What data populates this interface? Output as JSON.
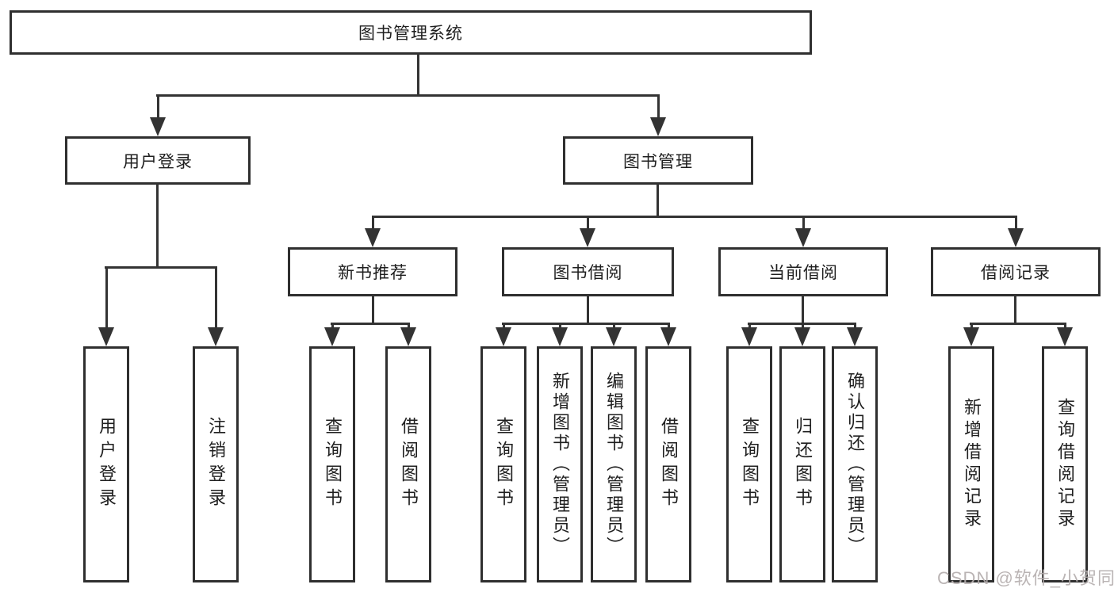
{
  "root": {
    "label": "图书管理系统"
  },
  "branches": [
    {
      "id": "user-login",
      "label": "用户登录"
    },
    {
      "id": "book-management",
      "label": "图书管理"
    }
  ],
  "groups": [
    {
      "id": "new-book-recommend",
      "label": "新书推荐",
      "parent": "图书管理"
    },
    {
      "id": "book-borrowing",
      "label": "图书借阅",
      "parent": "图书管理"
    },
    {
      "id": "current-borrowing",
      "label": "当前借阅",
      "parent": "图书管理"
    },
    {
      "id": "borrowing-records",
      "label": "借阅记录",
      "parent": "图书管理"
    }
  ],
  "leaves": [
    {
      "label": "用户登录",
      "parent": "用户登录"
    },
    {
      "label": "注销登录",
      "parent": "用户登录"
    },
    {
      "label": "查询图书",
      "parent": "新书推荐"
    },
    {
      "label": "借阅图书",
      "parent": "新书推荐"
    },
    {
      "label": "查询图书",
      "parent": "图书借阅"
    },
    {
      "label": "新增图书（管理员）",
      "parent": "图书借阅"
    },
    {
      "label": "编辑图书（管理员）",
      "parent": "图书借阅"
    },
    {
      "label": "借阅图书",
      "parent": "图书借阅"
    },
    {
      "label": "查询图书",
      "parent": "当前借阅"
    },
    {
      "label": "归还图书",
      "parent": "当前借阅"
    },
    {
      "label": "确认归还（管理员）",
      "parent": "当前借阅"
    },
    {
      "label": "新增借阅记录",
      "parent": "借阅记录"
    },
    {
      "label": "查询借阅记录",
      "parent": "借阅记录"
    }
  ],
  "watermark": {
    "text": "CSDN @软件_小贺同学"
  },
  "colors": {
    "line": "#333333",
    "border": "#2f2f2f",
    "text": "#1f1f1f",
    "background": "#ffffff",
    "watermark": "#b5aeae"
  }
}
